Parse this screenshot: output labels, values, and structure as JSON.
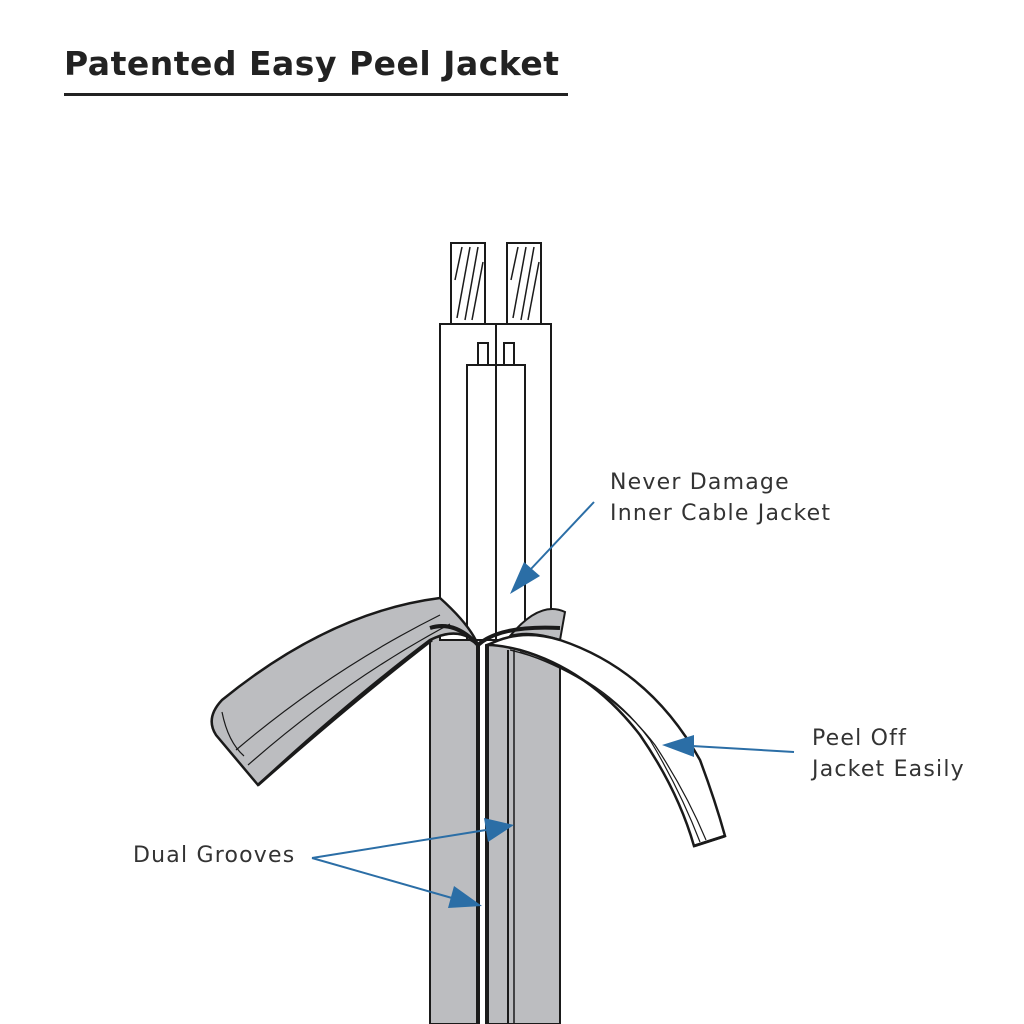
{
  "title": "Patented Easy Peel Jacket",
  "callouts": {
    "inner": {
      "line1": "Never Damage",
      "line2": "Inner Cable Jacket"
    },
    "peel": {
      "line1": "Peel Off",
      "line2": "Jacket Easily"
    },
    "grooves": {
      "line1": "Dual Grooves"
    }
  },
  "colors": {
    "outline": "#1a1a1a",
    "jacket": "#bcbdc0",
    "jacket_dark": "#8f9094",
    "conductor_fill": "#ffffff",
    "arrow": "#2b6ea6",
    "text": "#333333"
  }
}
